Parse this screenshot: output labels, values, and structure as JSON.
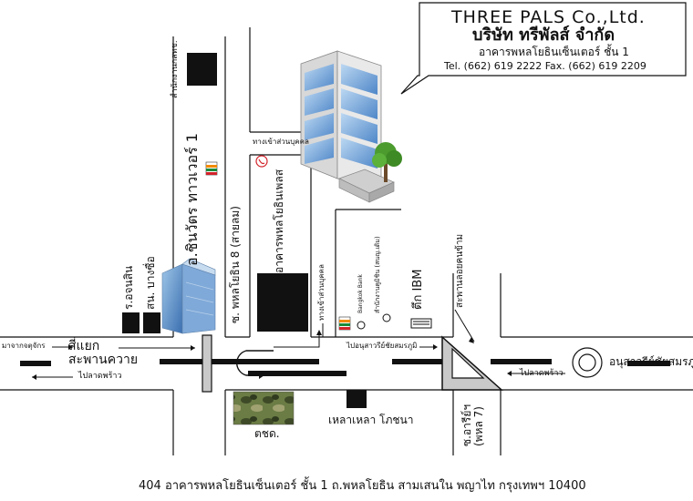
{
  "company": {
    "name_en": "THREE PALS  Co.,Ltd.",
    "name_th": "บริษัท ทรีพัลส์  จำกัด",
    "building": "อาคารพหลโยธินเซ็นเตอร์ ชั้น 1",
    "contact": "Tel. (662) 619 2222  Fax. (662) 619 2209"
  },
  "roads": {
    "top_left_building": "สำนักงานกสทช.",
    "soi_inthamara": "อ.ชินวัตร ทาวเวอร์ 1",
    "soi_phahon8": "ซ. พหลโยธิน 8 (สายลม)",
    "phahon_center": "อาคารพหลโยธินเพลส",
    "private_road_top": "ทางเข้าส่วนบุคคล",
    "private_road_side": "ทางเข้าส่วนบุคคล",
    "intersection_name": "สี่แยก\nสะพานควาย",
    "from_left": "มาจากจตุจักร",
    "to_left": "ไปลาดพร้าว",
    "hospital": "ร.อจนสิน",
    "police": "สน. บางซื่อ",
    "bangkok_bank": "Bangkok Bank",
    "thai_bank": "สำนักงานคูมิชิน (สนญ.เดิม)",
    "ibm": "ตึก IBM",
    "bridge_right": "สะพานลอยคนข้าม",
    "to_victory": "ไปอนุสาวรีย์ชัยสมรภูมิ",
    "victory_monument": "อนุสาวรีย์ชัยสมรภูมิ",
    "to_right": "ไปลาดพร้าว",
    "market": "ตชด.",
    "bottom_building": "เหลาเหลา โภชนา",
    "soi_ari": "ซ.อารีย์ฯ\n(พหล 7)"
  },
  "address": "404 อาคารพหลโยธินเซ็นเตอร์ ชั้น 1 ถ.พหลโยธิน สามเสนใน พญาไท กรุงเทพฯ 10400",
  "icons": {
    "seven_eleven": "7-eleven-icon",
    "phone": "phone-icon",
    "building": "office-building-icon",
    "tree": "tree-icon"
  }
}
